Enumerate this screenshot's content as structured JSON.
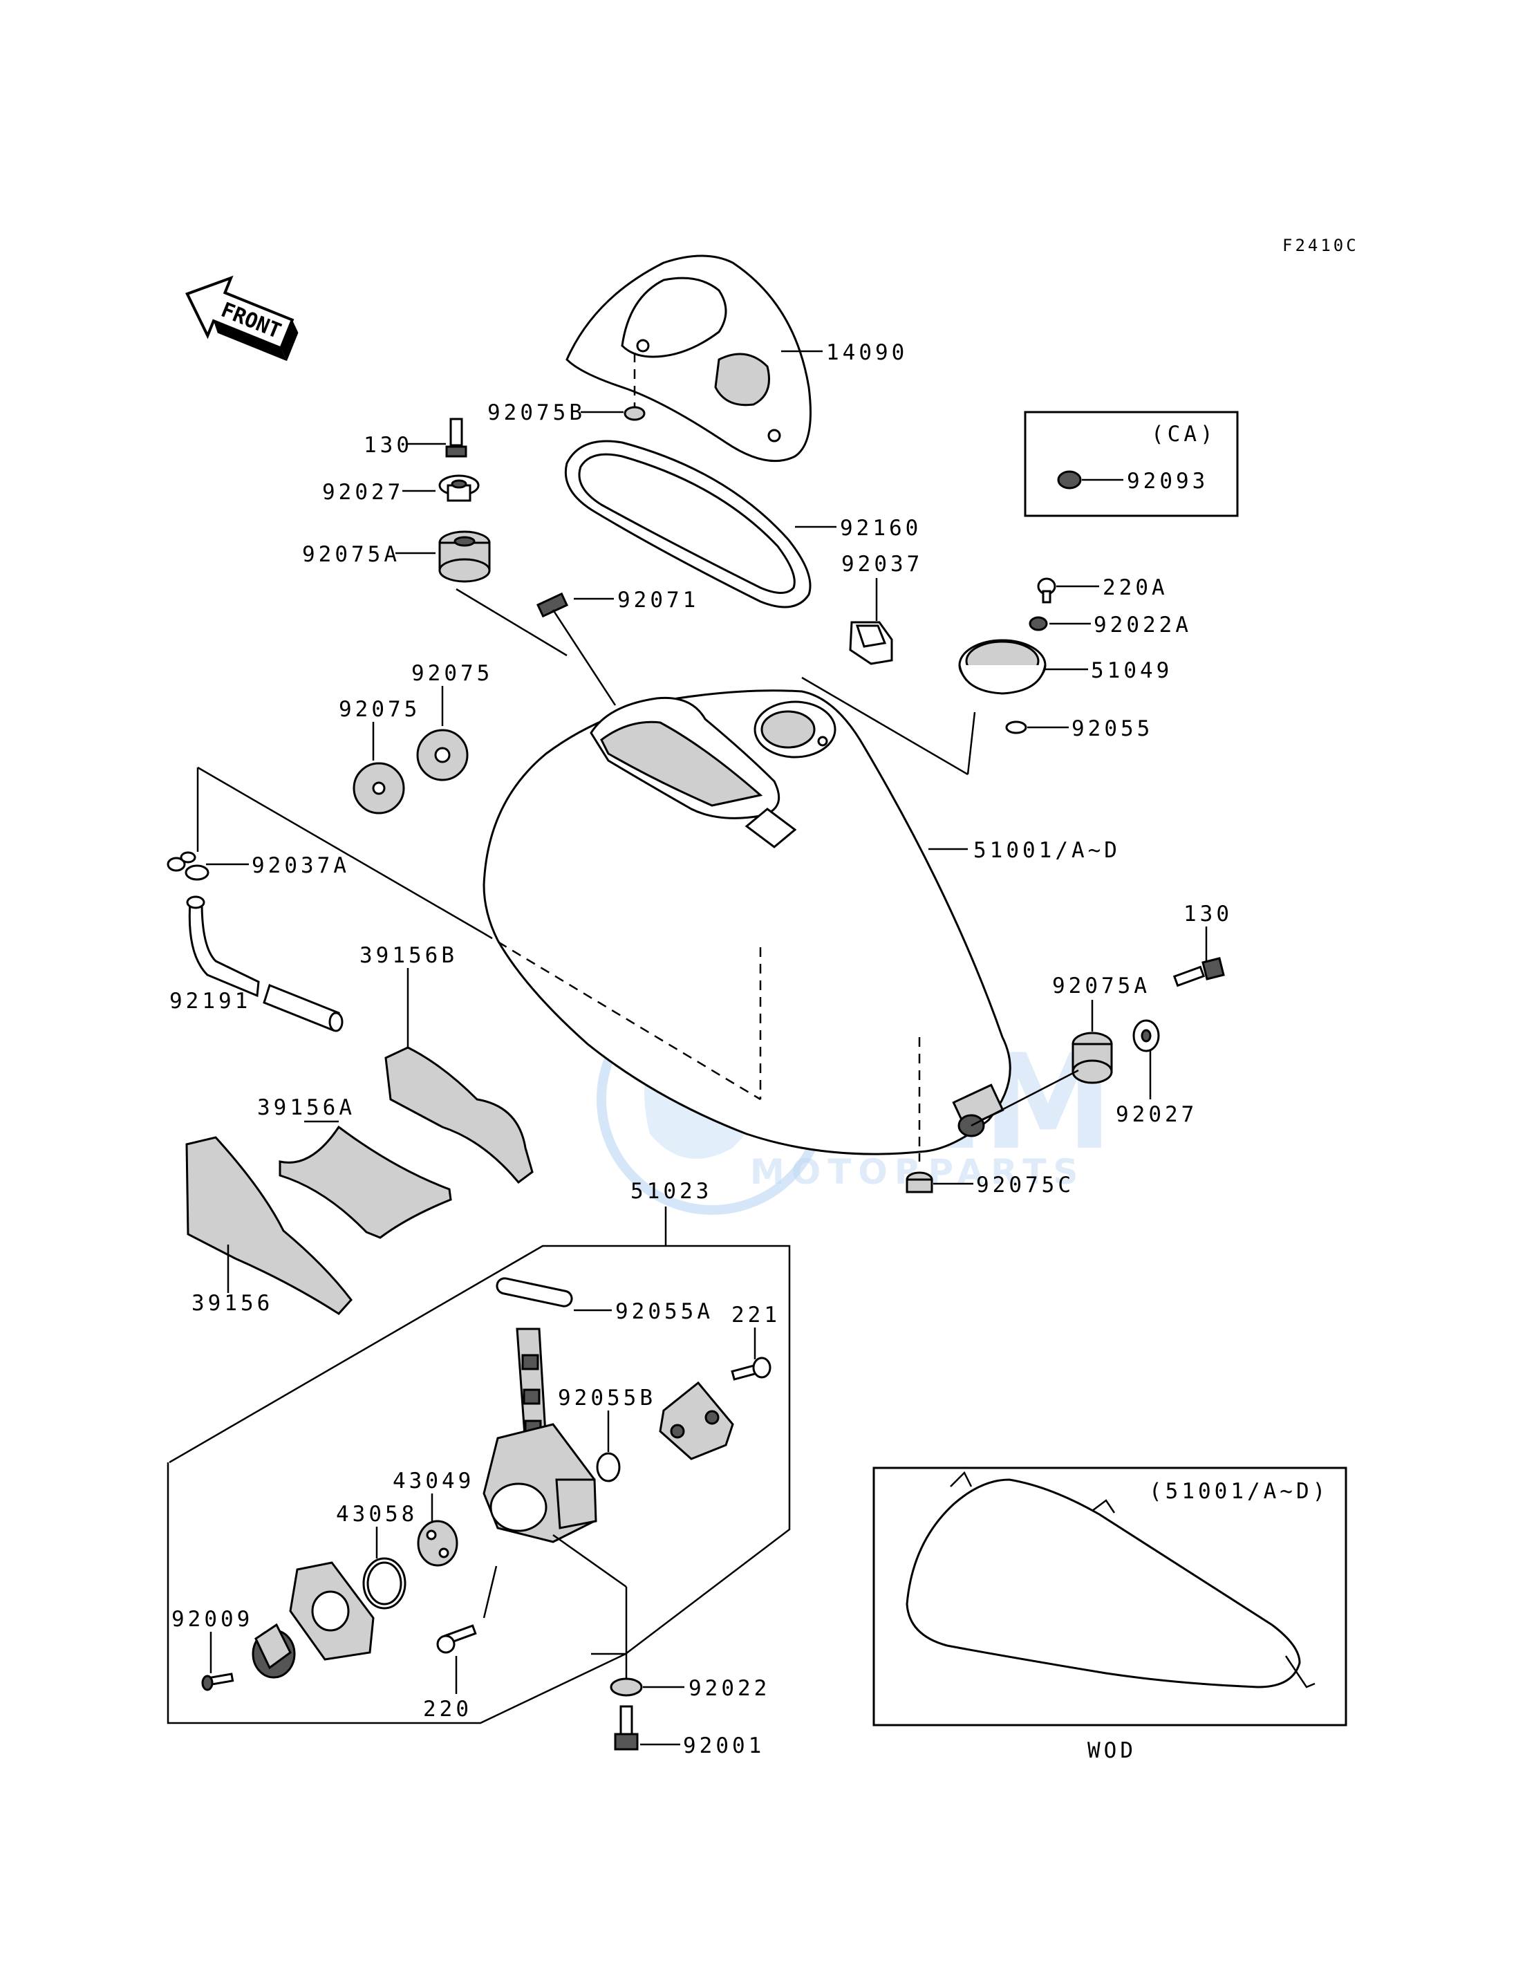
{
  "figure_code": "F2410C",
  "front_label": "FRONT",
  "watermark": {
    "brand": "OEM",
    "sub": "MOTORPARTS"
  },
  "boxes": {
    "ca_label": "(CA)",
    "wod_header": "(51001/A~D)",
    "wod_label": "WOD"
  },
  "parts": {
    "p14090": "14090",
    "p92075B": "92075B",
    "p130a": "130",
    "p92027a": "92027",
    "p92075Aa": "92075A",
    "p92160": "92160",
    "p92093": "92093",
    "p92037": "92037",
    "p220A": "220A",
    "p92022A": "92022A",
    "p92071": "92071",
    "p51049": "51049",
    "p92075a": "92075",
    "p92075b": "92075",
    "p92055": "92055",
    "p92037A": "92037A",
    "p51001": "51001/A~D",
    "p130b": "130",
    "p39156B": "39156B",
    "p92191": "92191",
    "p92075Ab": "92075A",
    "p92027b": "92027",
    "p39156A": "39156A",
    "p92075C": "92075C",
    "p51023": "51023",
    "p39156": "39156",
    "p92055A": "92055A",
    "p221": "221",
    "p92055B": "92055B",
    "p43049": "43049",
    "p43058": "43058",
    "p92009": "92009",
    "p220": "220",
    "p92022": "92022",
    "p92001": "92001"
  }
}
